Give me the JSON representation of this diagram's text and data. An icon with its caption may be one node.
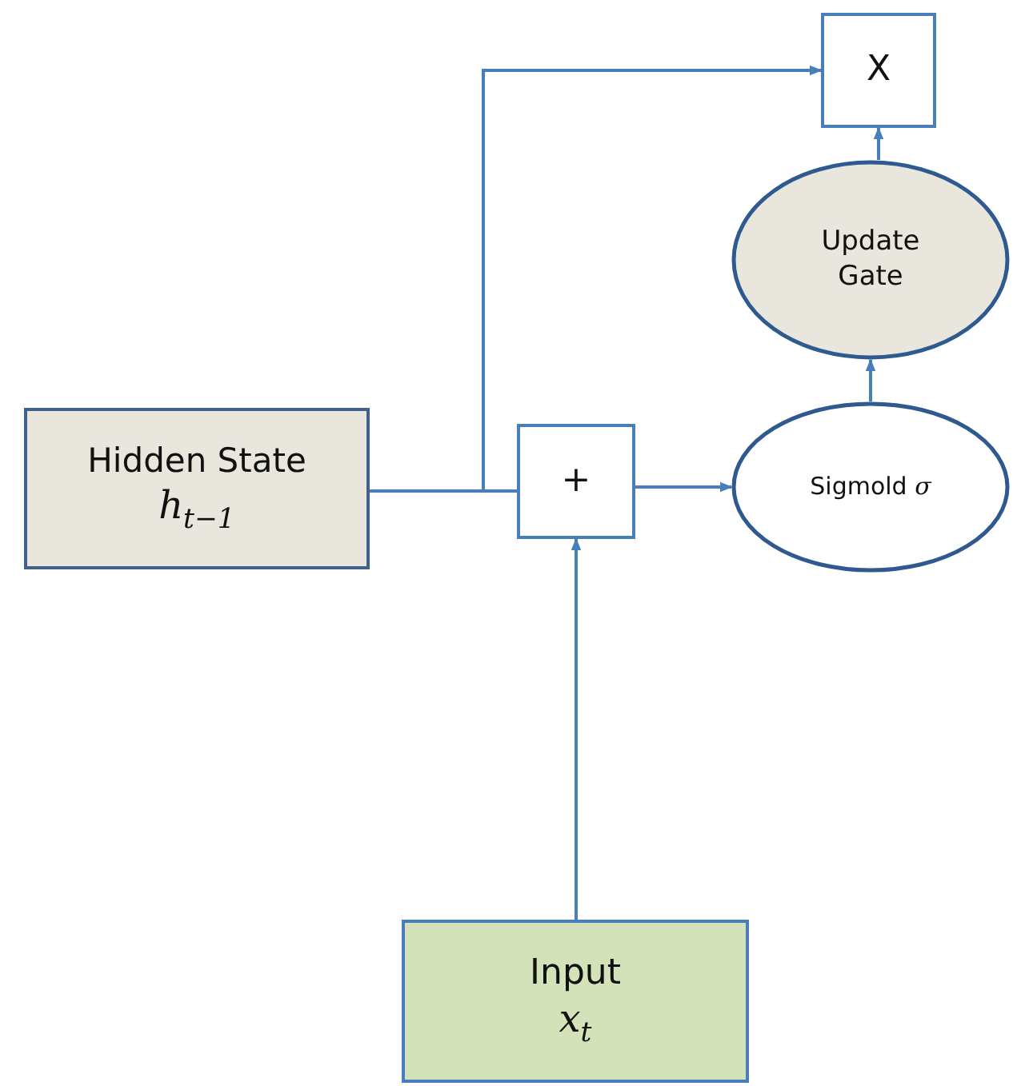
{
  "diagram": {
    "nodes": [
      {
        "text": [
          "Hidden State",
          "*h*$_{t−1}$"
        ]
      },
      {
        "text": [
          "+"
        ]
      },
      {
        "text": [
          "Sigmold *σ*"
        ]
      },
      {
        "text": [
          "Update Gate"
        ]
      },
      {
        "text": [
          "X"
        ]
      },
      {
        "text": [
          "Input",
          "*x*$_{t}$"
        ]
      }
    ],
    "edges": [
      {
        "from": 0,
        "to": 1,
        "arrow": "none"
      },
      {
        "from": 0,
        "to": 4,
        "arrow": "to"
      },
      {
        "from": 1,
        "to": 2,
        "arrow": "to"
      },
      {
        "from": 2,
        "to": 3,
        "arrow": "to"
      },
      {
        "from": 3,
        "to": 4,
        "arrow": "to"
      },
      {
        "from": 5,
        "to": 1,
        "arrow": "to"
      }
    ]
  }
}
